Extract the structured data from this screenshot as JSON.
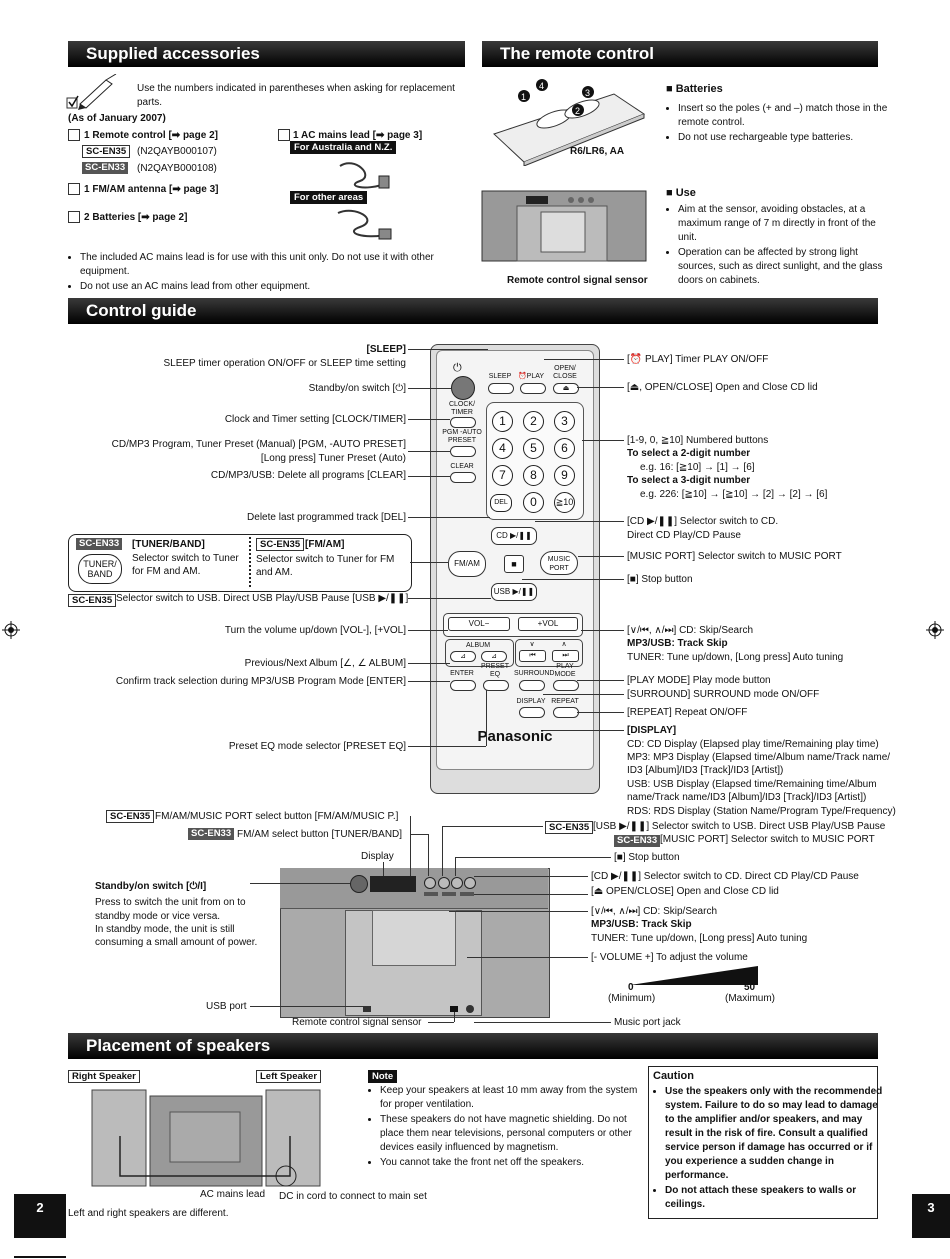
{
  "sections": {
    "supplied": "Supplied accessories",
    "remote": "The remote control",
    "control": "Control guide",
    "placement": "Placement of speakers"
  },
  "accessories": {
    "intro": "Use the numbers indicated in parentheses when asking for replacement parts.",
    "as_of": "(As of January 2007)",
    "remote_item": "1 Remote control [➡ page 2]",
    "en35": "SC-EN35",
    "en33": "SC-EN33",
    "en35_part": "(N2QAYB000107)",
    "en33_part": "(N2QAYB000108)",
    "antenna": "1 FM/AM antenna [➡ page 3]",
    "batteries": "2 Batteries [➡ page 2]",
    "mains": "1 AC mains lead [➡ page 3]",
    "aus": "For Australia and N.Z.",
    "other": "For other areas",
    "notes": [
      "The included AC mains lead is for use with this unit only. Do not use it with other equipment.",
      "Do not use an AC mains lead from other equipment."
    ]
  },
  "remote_section": {
    "battery_type": "R6/LR6, AA",
    "sensor": "Remote control signal sensor",
    "batteries_head": "Batteries",
    "batteries_notes": [
      "Insert so the poles (+ and –) match those in the remote control.",
      "Do not use rechargeable type batteries."
    ],
    "use_head": "Use",
    "use_notes": [
      "Aim at the sensor, avoiding obstacles, at a maximum range of 7 m directly in front of the unit.",
      "Operation can be affected by strong light sources, such as direct sunlight, and the glass doors on cabinets."
    ]
  },
  "remote_buttons": {
    "sleep": "SLEEP",
    "play": "⏰PLAY",
    "open": "OPEN/ CLOSE",
    "clock": "CLOCK/ TIMER",
    "pgm": "PGM -AUTO PRESET",
    "clear": "CLEAR",
    "del": "DEL",
    "cd": "CD ▶/❚❚",
    "fmam": "FM/AM",
    "music": "MUSIC PORT",
    "usb": "USB ▶/❚❚",
    "volm": "VOL−",
    "volp": "+VOL",
    "album": "ALBUM",
    "enter": "ENTER",
    "preset": "PRESET EQ",
    "surround": "SURROUND",
    "playmode": "PLAY MODE",
    "display": "DISPLAY",
    "repeat": "REPEAT",
    "brand": "Panasonic",
    "nums": [
      "1",
      "2",
      "3",
      "4",
      "5",
      "6",
      "7",
      "8",
      "9",
      "0",
      "≧10"
    ]
  },
  "control_left": {
    "sleep_1": "[SLEEP]",
    "sleep_2": "SLEEP timer operation ON/OFF or SLEEP time setting",
    "standby": "Standby/on switch [⏻]",
    "clock": "Clock and Timer setting [CLOCK/TIMER]",
    "pgm_1": "CD/MP3 Program, Tuner Preset (Manual) [PGM, -AUTO PRESET]",
    "pgm_2": "[Long press] Tuner Preset (Auto)",
    "clear": "CD/MP3/USB: Delete all programs [CLEAR]",
    "del": "Delete last programmed track [DEL]",
    "tuner_tag": "SC-EN33",
    "tuner_head": "[TUNER/BAND]",
    "tuner_desc": "Selector switch to Tuner for FM and AM.",
    "tuner_btn": "TUNER/ BAND",
    "fm_tag": "SC-EN35",
    "fm_head": "[FM/AM]",
    "fm_desc": "Selector switch to Tuner for FM and AM.",
    "usb_tag": "SC-EN35",
    "usb": "Selector switch to USB. Direct USB Play/USB Pause [USB ▶/❚❚]",
    "vol": "Turn the volume up/down [VOL-], [+VOL]",
    "album": "Previous/Next Album [∠, ∠ ALBUM]",
    "enter": "Confirm track selection during MP3/USB Program Mode [ENTER]",
    "preset": "Preset EQ mode selector [PRESET EQ]"
  },
  "control_right": {
    "play": "[⏰ PLAY] Timer PLAY ON/OFF",
    "open": "[⏏, OPEN/CLOSE] Open and Close CD lid",
    "nums": "[1-9, 0, ≧10] Numbered buttons",
    "two_head": "To select a 2-digit number",
    "two_eg": "e.g. 16: [≧10] → [1] → [6]",
    "three_head": "To select a 3-digit number",
    "three_eg": "e.g. 226: [≧10] → [≧10] → [2] → [2] → [6]",
    "cd_1": "[CD ▶/❚❚] Selector switch to CD.",
    "cd_2": "Direct CD Play/CD Pause",
    "music": "[MUSIC PORT] Selector switch to MUSIC PORT",
    "stop": "[■] Stop button",
    "skip_1": "[∨/⏮, ∧/⏭] CD: Skip/Search",
    "skip_2": "MP3/USB: Track Skip",
    "skip_3": "TUNER: Tune up/down, [Long press] Auto tuning",
    "playmode": "[PLAY MODE] Play mode button",
    "surround": "[SURROUND] SURROUND mode ON/OFF",
    "repeat": "[REPEAT] Repeat ON/OFF",
    "display_head": "[DISPLAY]",
    "display_lines": [
      "CD: CD Display (Elapsed play time/Remaining play time)",
      "MP3: MP3 Display (Elapsed time/Album name/Track name/",
      "ID3 [Album]/ID3 [Track]/ID3 [Artist])",
      "USB: USB Display (Elapsed time/Remaining time/Album",
      "name/Track name/ID3 [Album]/ID3 [Track]/ID3 [Artist])",
      "RDS: RDS Display (Station Name/Program Type/Frequency)"
    ]
  },
  "unit": {
    "fm35_tag": "SC-EN35",
    "fm35": "FM/AM/MUSIC PORT select button [FM/AM/MUSIC P.]",
    "fm33_tag": "SC-EN33",
    "fm33": "FM/AM select button [TUNER/BAND]",
    "display": "Display",
    "standby_head": "Standby/on switch [⏻/I]",
    "standby_desc": [
      "Press to switch the unit from on to",
      "standby mode or vice versa.",
      "In standby mode, the unit is still",
      "consuming a small amount of power."
    ],
    "usb_port": "USB port",
    "sensor": "Remote control signal sensor",
    "usb35_tag": "SC-EN35",
    "usb35": "[USB ▶/❚❚] Selector switch to USB. Direct USB Play/USB Pause",
    "music33_tag": "SC-EN33",
    "music33": "[MUSIC PORT] Selector switch to MUSIC PORT",
    "stop": "[■] Stop button",
    "cd": "[CD ▶/❚❚] Selector switch to CD. Direct CD Play/CD Pause",
    "open": "[⏏ OPEN/CLOSE] Open and Close CD lid",
    "skip_1": "[∨/⏮, ∧/⏭] CD: Skip/Search",
    "skip_2": "MP3/USB: Track Skip",
    "skip_3": "TUNER: Tune up/down, [Long press] Auto tuning",
    "volume": "[- VOLUME +] To adjust the volume",
    "vol_min": "0",
    "vol_min_l": "(Minimum)",
    "vol_max": "50",
    "vol_max_l": "(Maximum)",
    "music_jack": "Music port jack"
  },
  "placement": {
    "right": "Right Speaker",
    "left": "Left Speaker",
    "ac": "AC mains lead",
    "dc": "DC in cord to connect to main set",
    "diff": "Left and right speakers are different.",
    "note_tag": "Note",
    "notes": [
      "Keep your speakers at least 10 mm away from the system for proper ventilation.",
      "These speakers do not have magnetic shielding. Do not place them near televisions, personal computers or other devices easily influenced by magnetism.",
      "You cannot take the front net off the speakers."
    ],
    "caution_head": "Caution",
    "caution": [
      "Use the speakers only with the recommended system. Failure to do so may lead to damage to the amplifier and/or speakers, and may result in the risk of fire. Consult a qualified service person if damage has occurred or if you experience a sudden change in performance.",
      "Do not attach these speakers to walls or ceilings."
    ]
  },
  "page": {
    "left": "2",
    "right": "3"
  }
}
